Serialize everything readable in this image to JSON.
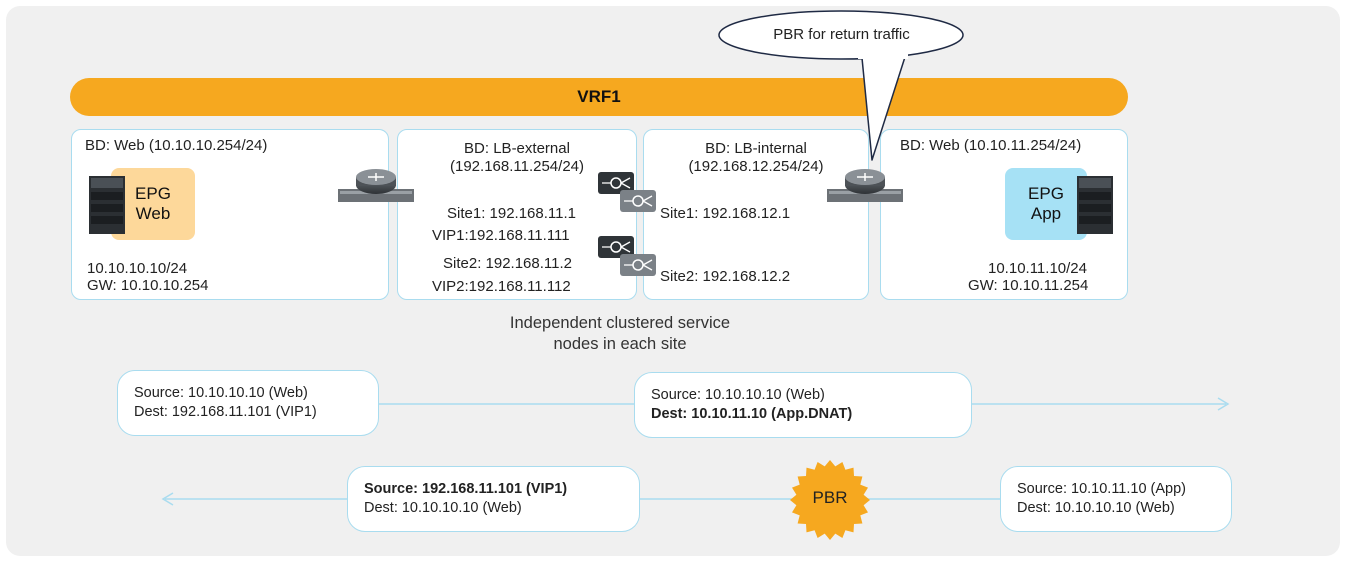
{
  "callout": "PBR for return traffic",
  "vrf": "VRF1",
  "bd_web_left": "BD: Web (10.10.10.254/24)",
  "bd_lb_external": [
    "BD: LB-external",
    "(192.168.11.254/24)"
  ],
  "bd_lb_internal": [
    "BD: LB-internal",
    "(192.168.12.254/24)"
  ],
  "bd_web_right": "BD: Web (10.10.11.254/24)",
  "epg_web": [
    "EPG",
    "Web"
  ],
  "epg_app": [
    "EPG",
    "App"
  ],
  "web_ip": "10.10.10.10/24",
  "web_gw": "GW: 10.10.10.254",
  "app_ip": "10.10.11.10/24",
  "app_gw": "GW: 10.10.11.254",
  "lb_external_labels": [
    "Site1: 192.168.11.1",
    "VIP1:192.168.11.111",
    "Site2: 192.168.11.2",
    "VIP2:192.168.11.112"
  ],
  "lb_internal_labels": [
    "Site1: 192.168.12.1",
    "Site2: 192.168.12.2"
  ],
  "caption": [
    "Independent clustered service",
    "nodes in each site"
  ],
  "packets": {
    "p1": [
      "Source: 10.10.10.10 (Web)",
      "Dest: 192.168.11.101 (VIP1)"
    ],
    "p2": [
      "Source: 10.10.10.10 (Web)",
      "Dest: 10.10.11.10 (App.DNAT)"
    ],
    "p3": [
      "Source: 192.168.11.101 (VIP1)",
      "Dest: 10.10.10.10 (Web)"
    ],
    "p4": [
      "Source: 10.10.11.10 (App)",
      "Dest: 10.10.10.10 (Web)"
    ]
  },
  "pbr": "PBR",
  "colors": {
    "vrf": "#f6a81f",
    "bd_border": "#a9dcef",
    "epg_web": "#fdd89a",
    "epg_app": "#a6e1f5",
    "pbr": "#f6a81f",
    "background": "#f0f0f0"
  }
}
